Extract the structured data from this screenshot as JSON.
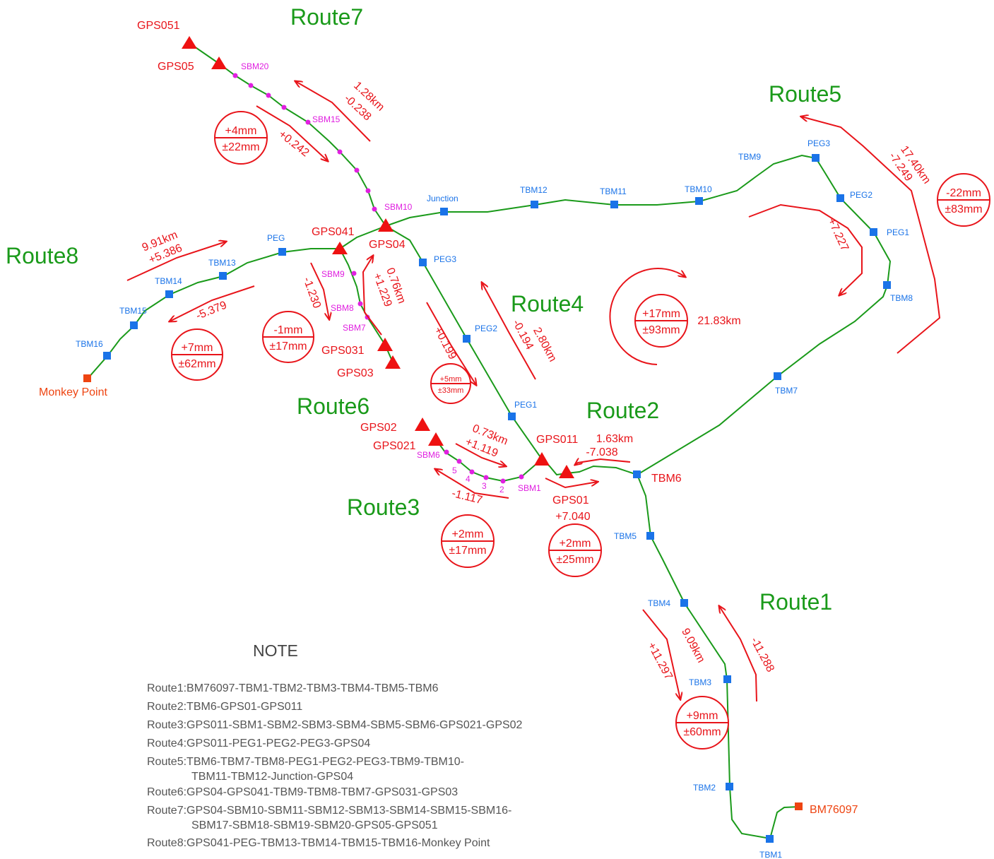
{
  "routes": {
    "route1": "Route1",
    "route2": "Route2",
    "route3": "Route3",
    "route4": "Route4",
    "route5": "Route5",
    "route6": "Route6",
    "route7": "Route7",
    "route8": "Route8"
  },
  "endpoints": {
    "monkey_point": "Monkey Point",
    "bm76097": "BM76097"
  },
  "gps": {
    "gps051": "GPS051",
    "gps05": "GPS05",
    "gps041": "GPS041",
    "gps04": "GPS04",
    "gps031": "GPS031",
    "gps03": "GPS03",
    "gps02": "GPS02",
    "gps021": "GPS021",
    "gps011": "GPS011",
    "gps01": "GPS01"
  },
  "stations": {
    "tbm1": "TBM1",
    "tbm2": "TBM2",
    "tbm3": "TBM3",
    "tbm4": "TBM4",
    "tbm5": "TBM5",
    "tbm6": "TBM6",
    "tbm7": "TBM7",
    "tbm8": "TBM8",
    "tbm9": "TBM9",
    "tbm10": "TBM10",
    "tbm11": "TBM11",
    "tbm12": "TBM12",
    "tbm13": "TBM13",
    "tbm14": "TBM14",
    "tbm15": "TBM15",
    "tbm16": "TBM16",
    "junction": "Junction",
    "peg": "PEG",
    "r5_peg1": "PEG1",
    "r5_peg2": "PEG2",
    "r5_peg3": "PEG3",
    "r4_peg1": "PEG1",
    "r4_peg2": "PEG2",
    "r4_peg3": "PEG3"
  },
  "sbm": {
    "sbm20": "SBM20",
    "sbm15": "SBM15",
    "sbm10": "SBM10",
    "sbm9": "SBM9",
    "sbm8": "SBM8",
    "sbm7": "SBM7",
    "sbm6": "SBM6",
    "n5": "5",
    "n4": "4",
    "n3": "3",
    "n2": "2",
    "sbm1": "SBM1"
  },
  "measurements": {
    "r7_dist": "1.28km",
    "r7_back": "-0.238",
    "r7_fwd": "+0.242",
    "r8_dist": "9.91km",
    "r8_fwd": "+5.386",
    "r8_back": "-5.379",
    "r6_back": "-1.230",
    "r6_dist": "0.76km",
    "r6_fwd": "+1.229",
    "r4_fwd": "+0.199",
    "r4_back": "-0.194",
    "r4_dist": "2.80km",
    "r5_dist": "17.40km",
    "r5_back": "-7.249",
    "r5_fwd": "+7.227",
    "loop_dist": "21.83km",
    "r3_dist": "0.73km",
    "r3_fwd": "+1.119",
    "r3_back": "-1.117",
    "r2_dist": "1.63km",
    "r2_back": "-7.038",
    "r2_fwd": "+7.040",
    "r1_fwd": "+11.297",
    "r1_dist": "9.09km",
    "r1_back": "-11.288"
  },
  "misclosures": {
    "r7": {
      "top": "+4mm",
      "bottom": "±22mm"
    },
    "r5": {
      "top": "-22mm",
      "bottom": "±83mm"
    },
    "loop": {
      "top": "+17mm",
      "bottom": "±93mm"
    },
    "r6": {
      "top": "-1mm",
      "bottom": "±17mm"
    },
    "r8": {
      "top": "+7mm",
      "bottom": "±62mm"
    },
    "r4": {
      "top": "+5mm",
      "bottom": "±33mm"
    },
    "r3": {
      "top": "+2mm",
      "bottom": "±17mm"
    },
    "r2": {
      "top": "+2mm",
      "bottom": "±25mm"
    },
    "r1": {
      "top": "+9mm",
      "bottom": "±60mm"
    }
  },
  "note": {
    "title": "NOTE",
    "lines": [
      "Route1:BM76097-TBM1-TBM2-TBM3-TBM4-TBM5-TBM6",
      "Route2:TBM6-GPS01-GPS011",
      "Route3:GPS011-SBM1-SBM2-SBM3-SBM4-SBM5-SBM6-GPS021-GPS02",
      "Route4:GPS011-PEG1-PEG2-PEG3-GPS04",
      "Route5:TBM6-TBM7-TBM8-PEG1-PEG2-PEG3-TBM9-TBM10-",
      "TBM11-TBM12-Junction-GPS04",
      "Route6:GPS04-GPS041-TBM9-TBM8-TBM7-GPS031-GPS03",
      "Route7:GPS04-SBM10-SBM11-SBM12-SBM13-SBM14-SBM15-SBM16-",
      "SBM17-SBM18-SBM19-SBM20-GPS05-GPS051",
      "Route8:GPS041-PEG-TBM13-TBM14-TBM15-TBM16-Monkey Point"
    ]
  },
  "colors": {
    "route_line": "#1a9a1a",
    "route_label": "#1a9a1a",
    "annotation": "#e8141a",
    "station": "#1a73e8",
    "sbm": "#e020e0",
    "endpoint": "#ee4411",
    "note_text": "#555555"
  }
}
